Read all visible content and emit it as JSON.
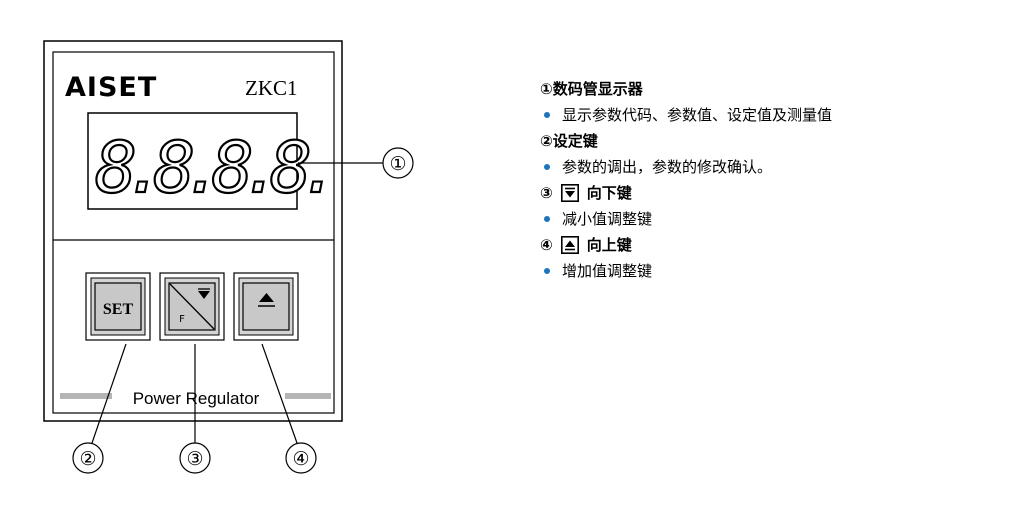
{
  "device": {
    "brand": "AISET",
    "model": "ZKC1",
    "display_digits": "8.8.8.8.",
    "footer": "Power Regulator",
    "keys": {
      "set_label": "SET",
      "f_label": "F"
    }
  },
  "callouts": [
    "①",
    "②",
    "③",
    "④"
  ],
  "legend": {
    "item1": {
      "title": "①数码管显示器",
      "desc": "显示参数代码、参数值、设定值及测量值"
    },
    "item2": {
      "title": "②设定键",
      "desc": "参数的调出，参数的修改确认。"
    },
    "item3": {
      "num": "③",
      "title": "向下键",
      "desc": "减小值调整键"
    },
    "item4": {
      "num": "④",
      "title": "向上键",
      "desc": "增加值调整键"
    }
  },
  "colors": {
    "bullet": "#1e73be",
    "panel_stroke": "#000000",
    "button_fill": "#d4d4d4",
    "footer_bar": "#b5b5b5"
  }
}
